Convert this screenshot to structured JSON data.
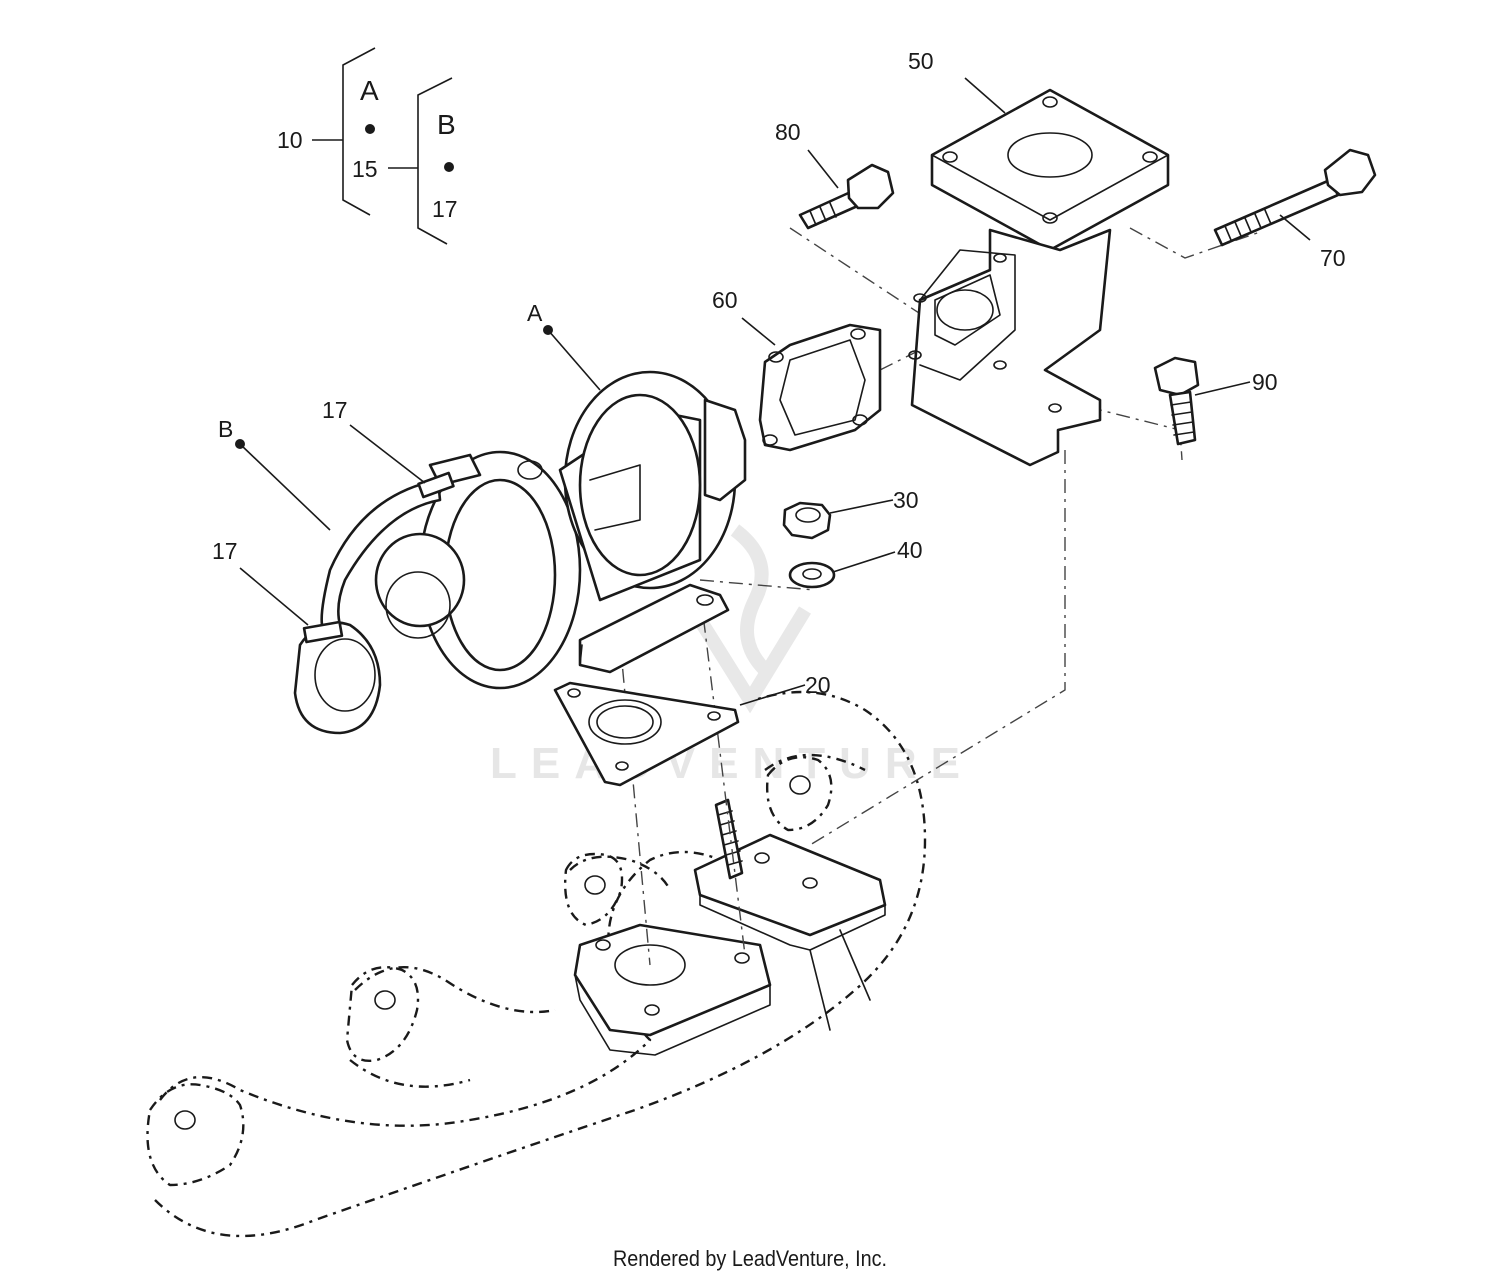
{
  "diagram": {
    "legend": {
      "group_outer": {
        "number": "10",
        "letter": "A",
        "child_number": "15"
      },
      "group_inner": {
        "letter": "B",
        "child_number": "17"
      }
    },
    "callouts": {
      "c20": "20",
      "c30": "30",
      "c40": "40",
      "c50": "50",
      "c60": "60",
      "c70": "70",
      "c80": "80",
      "c90": "90",
      "c17_top": "17",
      "c17_left": "17",
      "assembly_a": "A",
      "assembly_b": "B"
    },
    "watermark": "LEADVENTURE",
    "footer": "Rendered by LeadVenture, Inc."
  }
}
